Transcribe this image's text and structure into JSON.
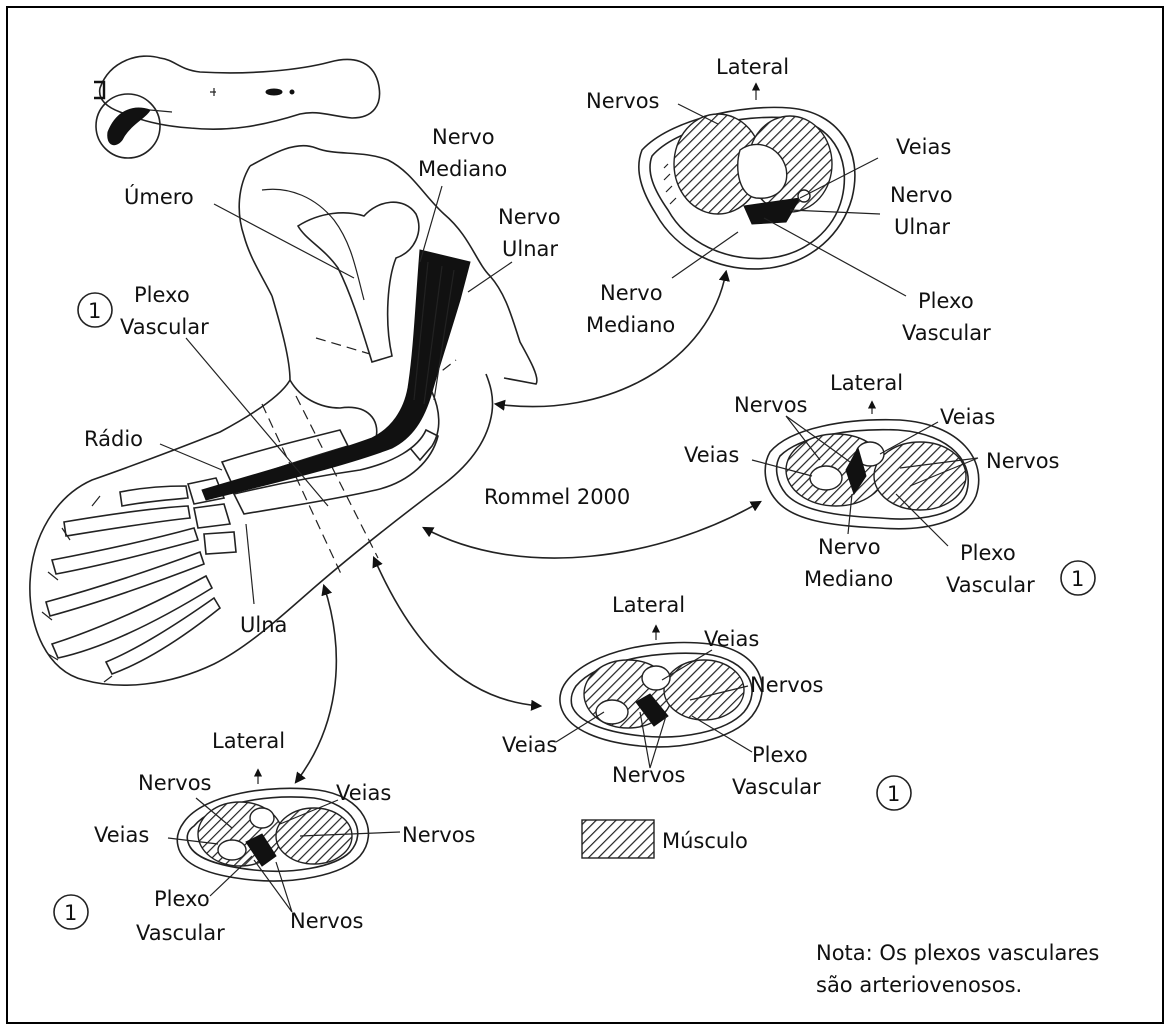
{
  "labels": {
    "umero": "Úmero",
    "nervo_mediano_top": [
      "Nervo",
      "Mediano"
    ],
    "nervo_ulnar_top": [
      "Nervo",
      "Ulnar"
    ],
    "plexo_vascular_left": [
      "Plexo",
      "Vascular"
    ],
    "radio": "Rádio",
    "ulna": "Ulna",
    "rommel": "Rommel 2000",
    "marker": "1",
    "sec1": {
      "lateral": "Lateral",
      "nervos": "Nervos",
      "veias": "Veias",
      "nervo_ulnar": [
        "Nervo",
        "Ulnar"
      ],
      "nervo_mediano": [
        "Nervo",
        "Mediano"
      ],
      "plexo_vascular": [
        "Plexo",
        "Vascular"
      ]
    },
    "sec2": {
      "lateral": "Lateral",
      "nervos_left": "Nervos",
      "veias_left": "Veias",
      "veias_right": "Veias",
      "nervos_right": "Nervos",
      "nervo_mediano": [
        "Nervo",
        "Mediano"
      ],
      "plexo_vascular": [
        "Plexo",
        "Vascular"
      ]
    },
    "sec3": {
      "lateral": "Lateral",
      "veias_top": "Veias",
      "nervos_right": "Nervos",
      "veias_left": "Veias",
      "nervos_bottom": "Nervos",
      "plexo_vascular": [
        "Plexo",
        "Vascular"
      ]
    },
    "sec4": {
      "lateral": "Lateral",
      "nervos_left": "Nervos",
      "veias_top": "Veias",
      "veias_left": "Veias",
      "nervos_right": "Nervos",
      "plexo_vascular": [
        "Plexo",
        "Vascular"
      ],
      "nervos_bottom": "Nervos"
    },
    "legend_musculo": "Músculo",
    "note": [
      "Nota: Os plexos vasculares",
      "são arteriovenosos."
    ]
  }
}
